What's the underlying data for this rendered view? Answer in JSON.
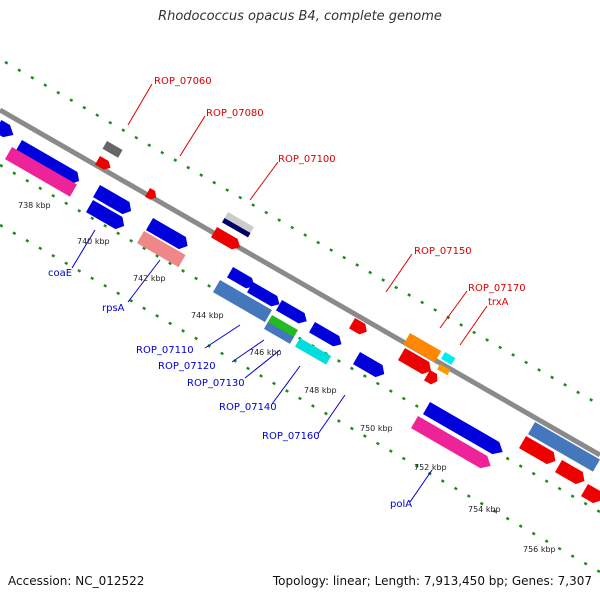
{
  "title": "Rhodococcus opacus B4, complete genome",
  "accession_text": "Accession: NC_012522",
  "summary_text": "Topology: linear; Length: 7,913,450 bp; Genes: 7,307",
  "colors": {
    "backbone": "#888888",
    "ticks": "#1f8a1f",
    "label_red": "#dd0000",
    "label_blue": "#0000cc"
  },
  "kbp_labels": [
    {
      "id": "738",
      "text": "738 kbp"
    },
    {
      "id": "740",
      "text": "740 kbp"
    },
    {
      "id": "742",
      "text": "742 kbp"
    },
    {
      "id": "744",
      "text": "744 kbp"
    },
    {
      "id": "746",
      "text": "746 kbp"
    },
    {
      "id": "748",
      "text": "748 kbp"
    },
    {
      "id": "750",
      "text": "750 kbp"
    },
    {
      "id": "752",
      "text": "752 kbp"
    },
    {
      "id": "754",
      "text": "754 kbp"
    },
    {
      "id": "756",
      "text": "756 kbp"
    }
  ],
  "gene_labels": [
    {
      "id": "rop07060",
      "text": "ROP_07060",
      "color": "red"
    },
    {
      "id": "rop07080",
      "text": "ROP_07080",
      "color": "red"
    },
    {
      "id": "rop07100",
      "text": "ROP_07100",
      "color": "red"
    },
    {
      "id": "rop07150",
      "text": "ROP_07150",
      "color": "red"
    },
    {
      "id": "rop07170",
      "text": "ROP_07170",
      "color": "red"
    },
    {
      "id": "trxa",
      "text": "trxA",
      "color": "red"
    },
    {
      "id": "coae",
      "text": "coaE",
      "color": "blue"
    },
    {
      "id": "rpsa",
      "text": "rpsA",
      "color": "blue"
    },
    {
      "id": "rop07110",
      "text": "ROP_07110",
      "color": "blue"
    },
    {
      "id": "rop07120",
      "text": "ROP_07120",
      "color": "blue"
    },
    {
      "id": "rop07130",
      "text": "ROP_07130",
      "color": "blue"
    },
    {
      "id": "rop07140",
      "text": "ROP_07140",
      "color": "blue"
    },
    {
      "id": "rop07160",
      "text": "ROP_07160",
      "color": "blue"
    },
    {
      "id": "pola",
      "text": "polA",
      "color": "blue"
    }
  ]
}
